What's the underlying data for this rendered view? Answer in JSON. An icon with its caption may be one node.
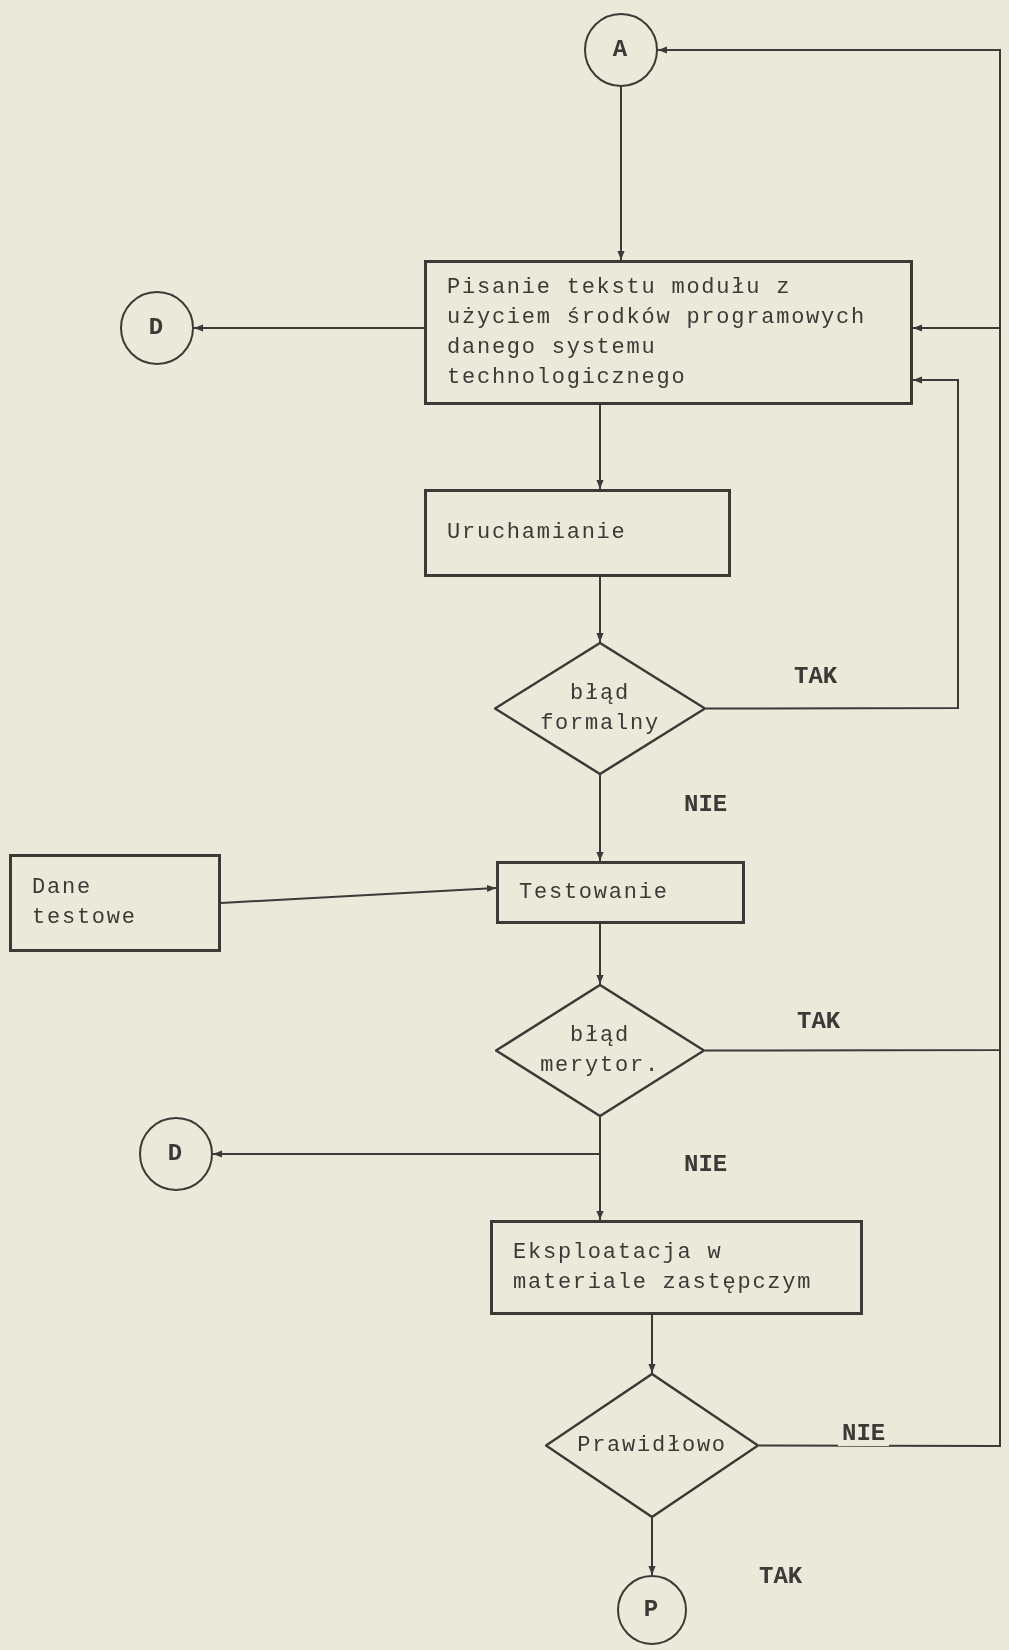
{
  "diagram": {
    "nodes": [
      {
        "text": [
          "A"
        ]
      },
      {
        "text": [
          "Pisanie tekstu modułu z użyciem środków programowych danego systemu technologicznego"
        ]
      },
      {
        "text": [
          "D"
        ]
      },
      {
        "text": [
          "Uruchamianie"
        ]
      },
      {
        "text": [
          "błąd formalny"
        ]
      },
      {
        "text": [
          "Dane testowe"
        ]
      },
      {
        "text": [
          "Testowanie"
        ]
      },
      {
        "text": [
          "błąd merytor."
        ]
      },
      {
        "text": [
          "D"
        ]
      },
      {
        "text": [
          "Eksploatacja w materiale zastępczym"
        ]
      },
      {
        "text": [
          "Prawidłowo"
        ]
      },
      {
        "text": [
          "P"
        ]
      }
    ],
    "edges": [
      {
        "from": 0,
        "to": 1,
        "arrow": "to"
      },
      {
        "from": 1,
        "to": 2,
        "arrow": "to"
      },
      {
        "from": 1,
        "to": 3,
        "arrow": "to"
      },
      {
        "from": 3,
        "to": 4,
        "arrow": "to"
      },
      {
        "from": 4,
        "to": 1,
        "arrow": "to",
        "label": "TAK"
      },
      {
        "from": 4,
        "to": 6,
        "arrow": "to",
        "label": "NIE"
      },
      {
        "from": 5,
        "to": 6,
        "arrow": "to"
      },
      {
        "from": 6,
        "to": 7,
        "arrow": "to"
      },
      {
        "from": 7,
        "to": 1,
        "arrow": "to",
        "label": "TAK"
      },
      {
        "from": 7,
        "to": 8,
        "arrow": "to"
      },
      {
        "from": 7,
        "to": 9,
        "arrow": "to",
        "label": "NIE"
      },
      {
        "from": 9,
        "to": 10,
        "arrow": "to"
      },
      {
        "from": 10,
        "to": 11,
        "arrow": "to",
        "label": "TAK"
      },
      {
        "from": 10,
        "to": 0,
        "arrow": "to",
        "label": "NIE"
      }
    ]
  }
}
